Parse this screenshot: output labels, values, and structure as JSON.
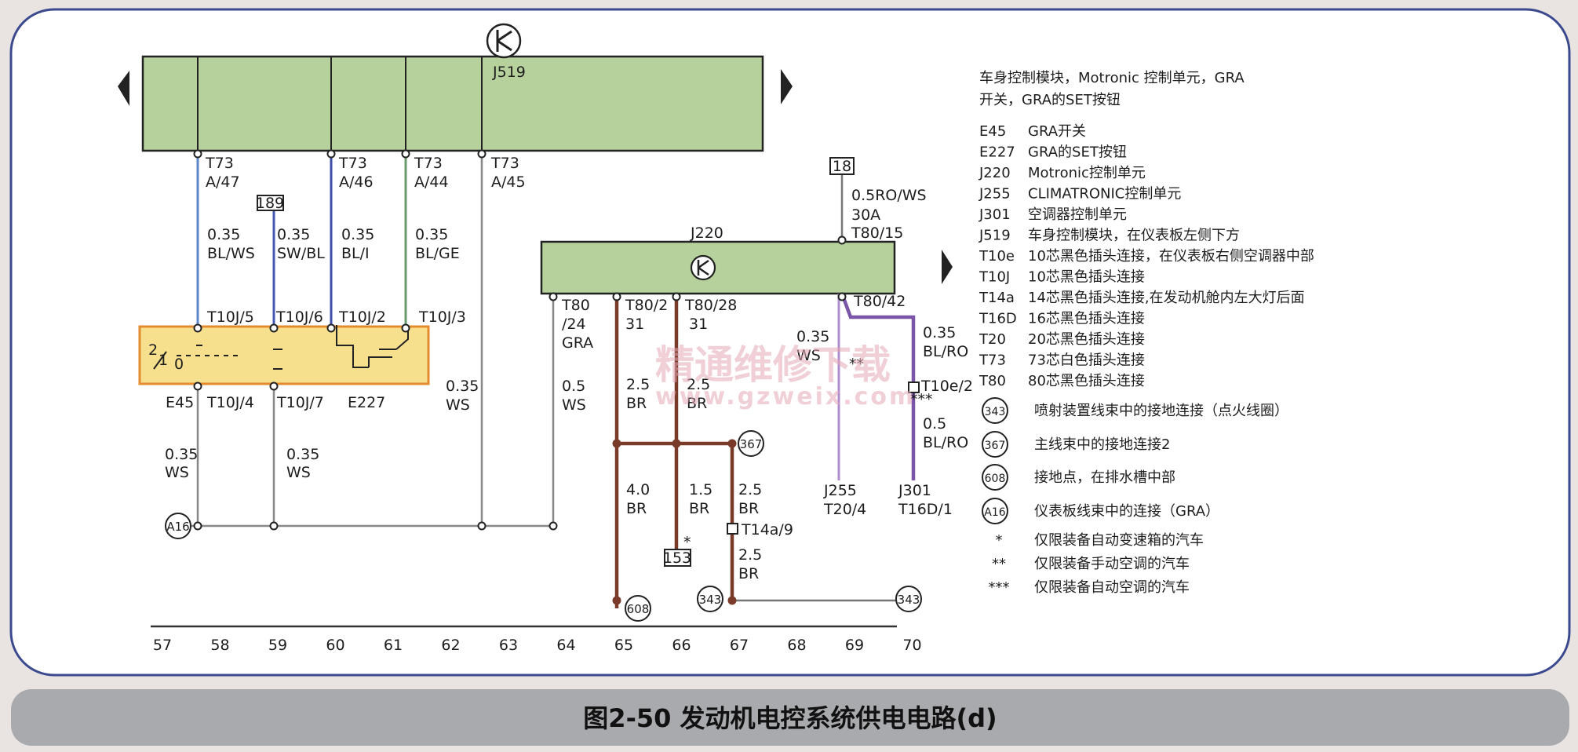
{
  "figure": {
    "caption": "图2-50   发动机电控系统供电电路(d)",
    "watermark_cn": "精通维修下载",
    "watermark_url": "www.gzweix.com"
  },
  "components": {
    "j519": "J519",
    "j220": "J220",
    "e45": "E45",
    "e227": "E227",
    "j255": [
      "J255",
      "T20/4"
    ],
    "j301": [
      "J301",
      "T16D/1"
    ]
  },
  "pins_top": [
    [
      "T73",
      "A/47"
    ],
    [
      "T73",
      "A/46"
    ],
    [
      "T73",
      "A/44"
    ],
    [
      "T73",
      "A/45"
    ]
  ],
  "wires_upper": [
    [
      "0.35",
      "BL/WS"
    ],
    [
      "0.35",
      "SW/BL"
    ],
    [
      "0.35",
      "BL/I"
    ],
    [
      "0.35",
      "BL/GE"
    ]
  ],
  "switch_pins_top": [
    "T10J/5",
    "T10J/6",
    "T10J/2",
    "T10J/3"
  ],
  "switch_pins_bottom": [
    "T10J/4",
    "T10J/7"
  ],
  "switch_positions": [
    "2",
    "1",
    "0"
  ],
  "wires_lower": [
    [
      "0.35",
      "WS"
    ],
    [
      "0.35",
      "WS"
    ],
    [
      "0.35",
      "WS"
    ],
    [
      "0.5",
      "WS"
    ]
  ],
  "j220_pins": [
    [
      "T80",
      "/24",
      "GRA"
    ],
    [
      "T80/2",
      "31"
    ],
    [
      "T80/28",
      "31"
    ],
    [
      "T80/15",
      "30A"
    ],
    [
      "T80/42"
    ]
  ],
  "wires_j220": {
    "w_left": [
      "2.5",
      "BR"
    ],
    "w_mid": [
      "2.5",
      "BR"
    ],
    "w_supply": "0.5RO/WS",
    "w_j255": [
      "0.35",
      "WS"
    ],
    "w_j301_top": [
      "0.35",
      "BL/RO"
    ],
    "w_j301_bot": [
      "0.5",
      "BL/RO"
    ],
    "w_40": [
      "4.0",
      "BR"
    ],
    "w_15": [
      "1.5",
      "BR"
    ],
    "w_25a": [
      "2.5",
      "BR"
    ],
    "w_25b": [
      "2.5",
      "BR"
    ]
  },
  "connectors": {
    "t10e2": "T10e/2",
    "t14a9": "T14a/9"
  },
  "ref_boxes": {
    "r189": "189",
    "r18": "18",
    "r153": "153"
  },
  "ground_circles": {
    "a16": "A16",
    "g367": "367",
    "g608": "608",
    "g343a": "343",
    "g343b": "343"
  },
  "markers": {
    "star1": "*",
    "star2": "**",
    "star3": "***"
  },
  "grid_numbers": [
    "57",
    "58",
    "59",
    "60",
    "61",
    "62",
    "63",
    "64",
    "65",
    "66",
    "67",
    "68",
    "69",
    "70"
  ],
  "legend": {
    "title": [
      "车身控制模块，Motronic 控制单元，GRA",
      "开关，GRA的SET按钮"
    ],
    "items": [
      [
        "E45",
        "GRA开关"
      ],
      [
        "E227",
        "GRA的SET按钮"
      ],
      [
        "J220",
        "Motronic控制单元"
      ],
      [
        "J255",
        "CLIMATRONIC控制单元"
      ],
      [
        "J301",
        "空调器控制单元"
      ],
      [
        "J519",
        "车身控制模块，在仪表板左侧下方"
      ],
      [
        "T10e",
        "10芯黑色插头连接，在仪表板右侧空调器中部"
      ],
      [
        "T10J",
        "10芯黑色插头连接"
      ],
      [
        "T14a",
        "14芯黑色插头连接,在发动机舱内左大灯后面"
      ],
      [
        "T16D",
        "16芯黑色插头连接"
      ],
      [
        "T20",
        "20芯黑色插头连接"
      ],
      [
        "T73",
        "73芯白色插头连接"
      ],
      [
        "T80",
        "80芯黑色插头连接"
      ]
    ],
    "grounds": [
      [
        "343",
        "喷射装置线束中的接地连接（点火线圈）"
      ],
      [
        "367",
        "主线束中的接地连接2"
      ],
      [
        "608",
        "接地点，在排水槽中部"
      ],
      [
        "A16",
        "仪表板线束中的连接（GRA）"
      ]
    ],
    "notes": [
      [
        "*",
        "仅限装备自动变速箱的汽车"
      ],
      [
        "**",
        "仅限装备手动空调的汽车"
      ],
      [
        "***",
        "仅限装备自动空调的汽车"
      ]
    ]
  }
}
